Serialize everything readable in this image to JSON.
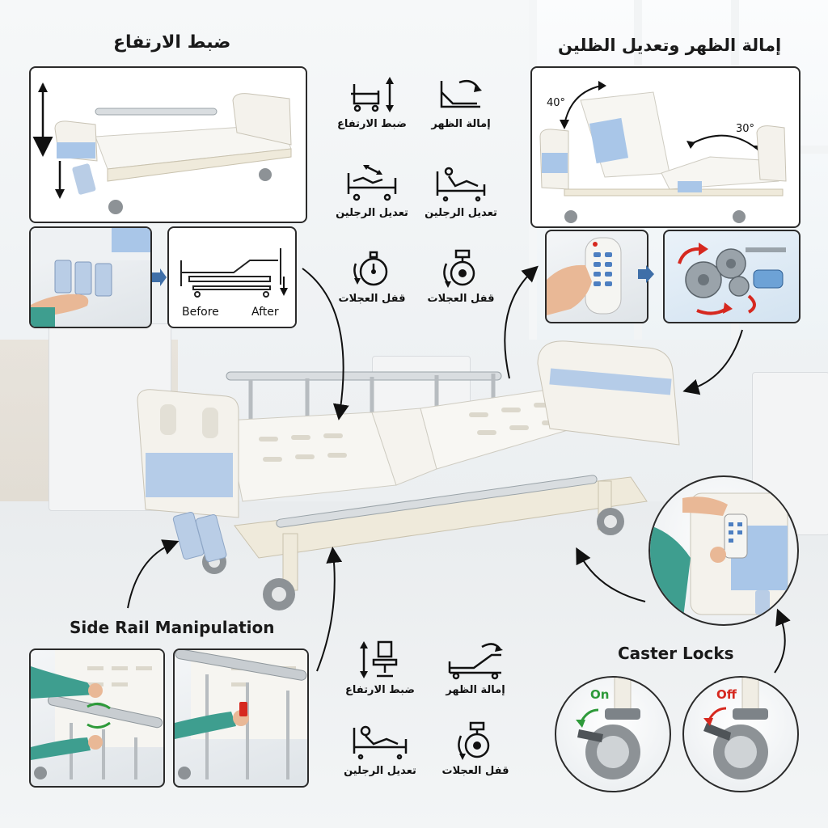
{
  "titles": {
    "height_adjust": "ضبط الارتفاع",
    "backrest_knee": "إمالة الظهر وتعديل الظلين",
    "side_rail": "Side Rail Manipulation",
    "caster_locks": "Caster Locks"
  },
  "height_panel": {
    "before": "Before",
    "after": "After"
  },
  "backrest_panel": {
    "angle_back": "40°",
    "angle_knee": "30°"
  },
  "icons_top": [
    {
      "icon": "height-adjust-icon",
      "label": "ضبط الارتفاع"
    },
    {
      "icon": "backrest-recline-icon",
      "label": "إمالة الظهر"
    },
    {
      "icon": "leg-adjust-bed-icon",
      "label": "تعديل الرجلين"
    },
    {
      "icon": "leg-adjust-person-icon",
      "label": "تعديل الرجلين"
    },
    {
      "icon": "wheel-lock-stopwatch-icon",
      "label": "قفل العجلات"
    },
    {
      "icon": "caster-wheel-icon",
      "label": "قفل العجلات"
    }
  ],
  "icons_bottom": [
    {
      "icon": "height-adjust-chair-icon",
      "label": "ضبط الارتفاع"
    },
    {
      "icon": "backrest-recline-icon",
      "label": "إمالة الظهر"
    },
    {
      "icon": "leg-adjust-person-icon",
      "label": "تعديل الرجلين"
    },
    {
      "icon": "caster-wheel-icon",
      "label": "قفل العجلات"
    }
  ],
  "caster": {
    "on": "On",
    "off": "Off"
  },
  "colors": {
    "accent_blue": "#a9c6e8",
    "frame_cream": "#f3efe4",
    "on_green": "#2e9a3a",
    "off_red": "#d6281f"
  }
}
